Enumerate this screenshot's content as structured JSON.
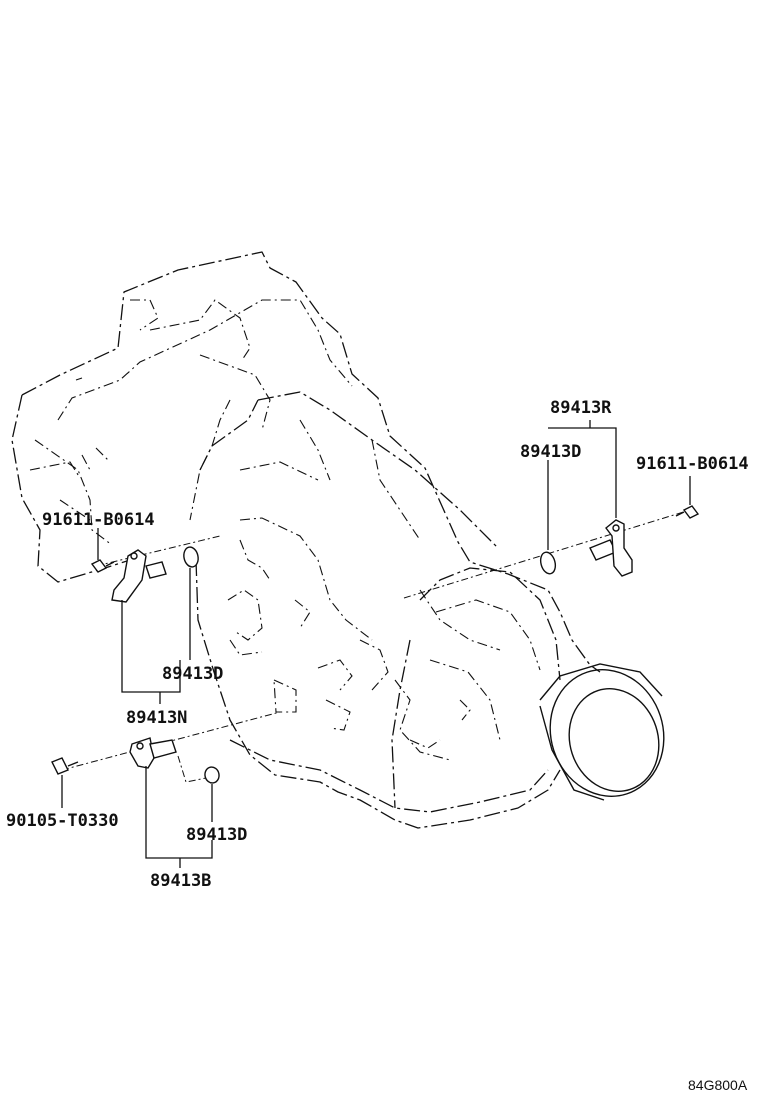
{
  "labels": {
    "sensor_r": "89413R",
    "oring_d_right": "89413D",
    "bolt_right": "91611-B0614",
    "bolt_left": "91611-B0614",
    "oring_d_middle": "89413D",
    "sensor_n": "89413N",
    "bolt_bottom": "90105-T0330",
    "oring_d_bottom": "89413D",
    "sensor_b": "89413B"
  },
  "figure_code": "84G800A"
}
